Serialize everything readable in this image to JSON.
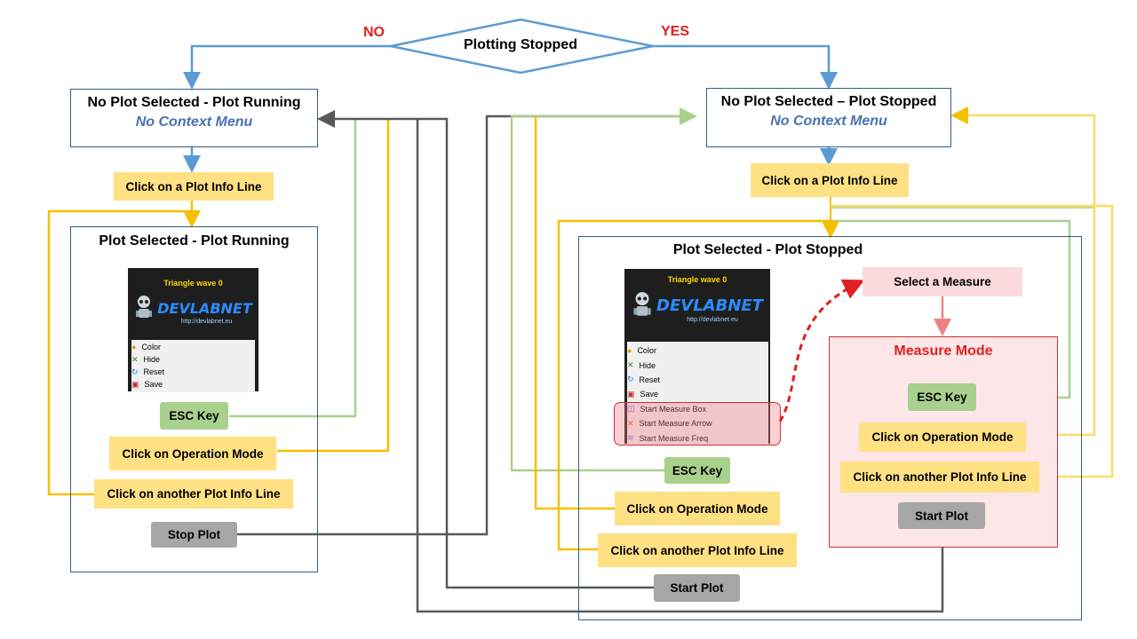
{
  "decision": {
    "label": "Plotting Stopped",
    "no": "NO",
    "yes": "YES"
  },
  "states": {
    "running_none": {
      "title": "No Plot Selected - Plot Running",
      "subtitle": "No Context Menu"
    },
    "stopped_none": {
      "title": "No Plot Selected – Plot Stopped",
      "subtitle": "No Context Menu"
    },
    "running_selected": {
      "title": "Plot Selected - Plot Running"
    },
    "stopped_selected": {
      "title": "Plot Selected - Plot Stopped"
    },
    "measure": {
      "title": "Measure Mode"
    }
  },
  "actions": {
    "click_info_left": "Click on a Plot Info Line",
    "click_info_right": "Click on a Plot Info Line",
    "esc_left": "ESC Key",
    "op_mode_left": "Click on Operation Mode",
    "another_left": "Click on another Plot Info Line",
    "stop_plot": "Stop Plot",
    "esc_mid": "ESC Key",
    "op_mode_mid": "Click on Operation Mode",
    "another_mid": "Click on another Plot Info Line",
    "start_plot_mid": "Start Plot",
    "select_measure": "Select a Measure",
    "esc_measure": "ESC Key",
    "op_mode_measure": "Click on Operation Mode",
    "another_measure": "Click on another Plot Info Line",
    "start_plot_measure": "Start Plot"
  },
  "menu_left": {
    "title": "Triangle wave 0",
    "brand": "DEVLABNET",
    "url": "http://devlabnet.eu",
    "items": [
      "Color",
      "Hide",
      "Reset",
      "Save"
    ]
  },
  "menu_right": {
    "title": "Triangle wave 0",
    "brand": "DEVLABNET",
    "url": "http://devlabnet.eu",
    "items": [
      "Color",
      "Hide",
      "Reset",
      "Save",
      "Start Measure Box",
      "Start Measure Arrow",
      "Start Measure Freq"
    ]
  },
  "colors": {
    "blue": "#5b9bd5",
    "green": "#a9d18e",
    "gold": "#f5c000",
    "lightgold": "#ffd966",
    "gray": "#595959",
    "red": "#e02020",
    "pink": "#f4a0a8"
  }
}
